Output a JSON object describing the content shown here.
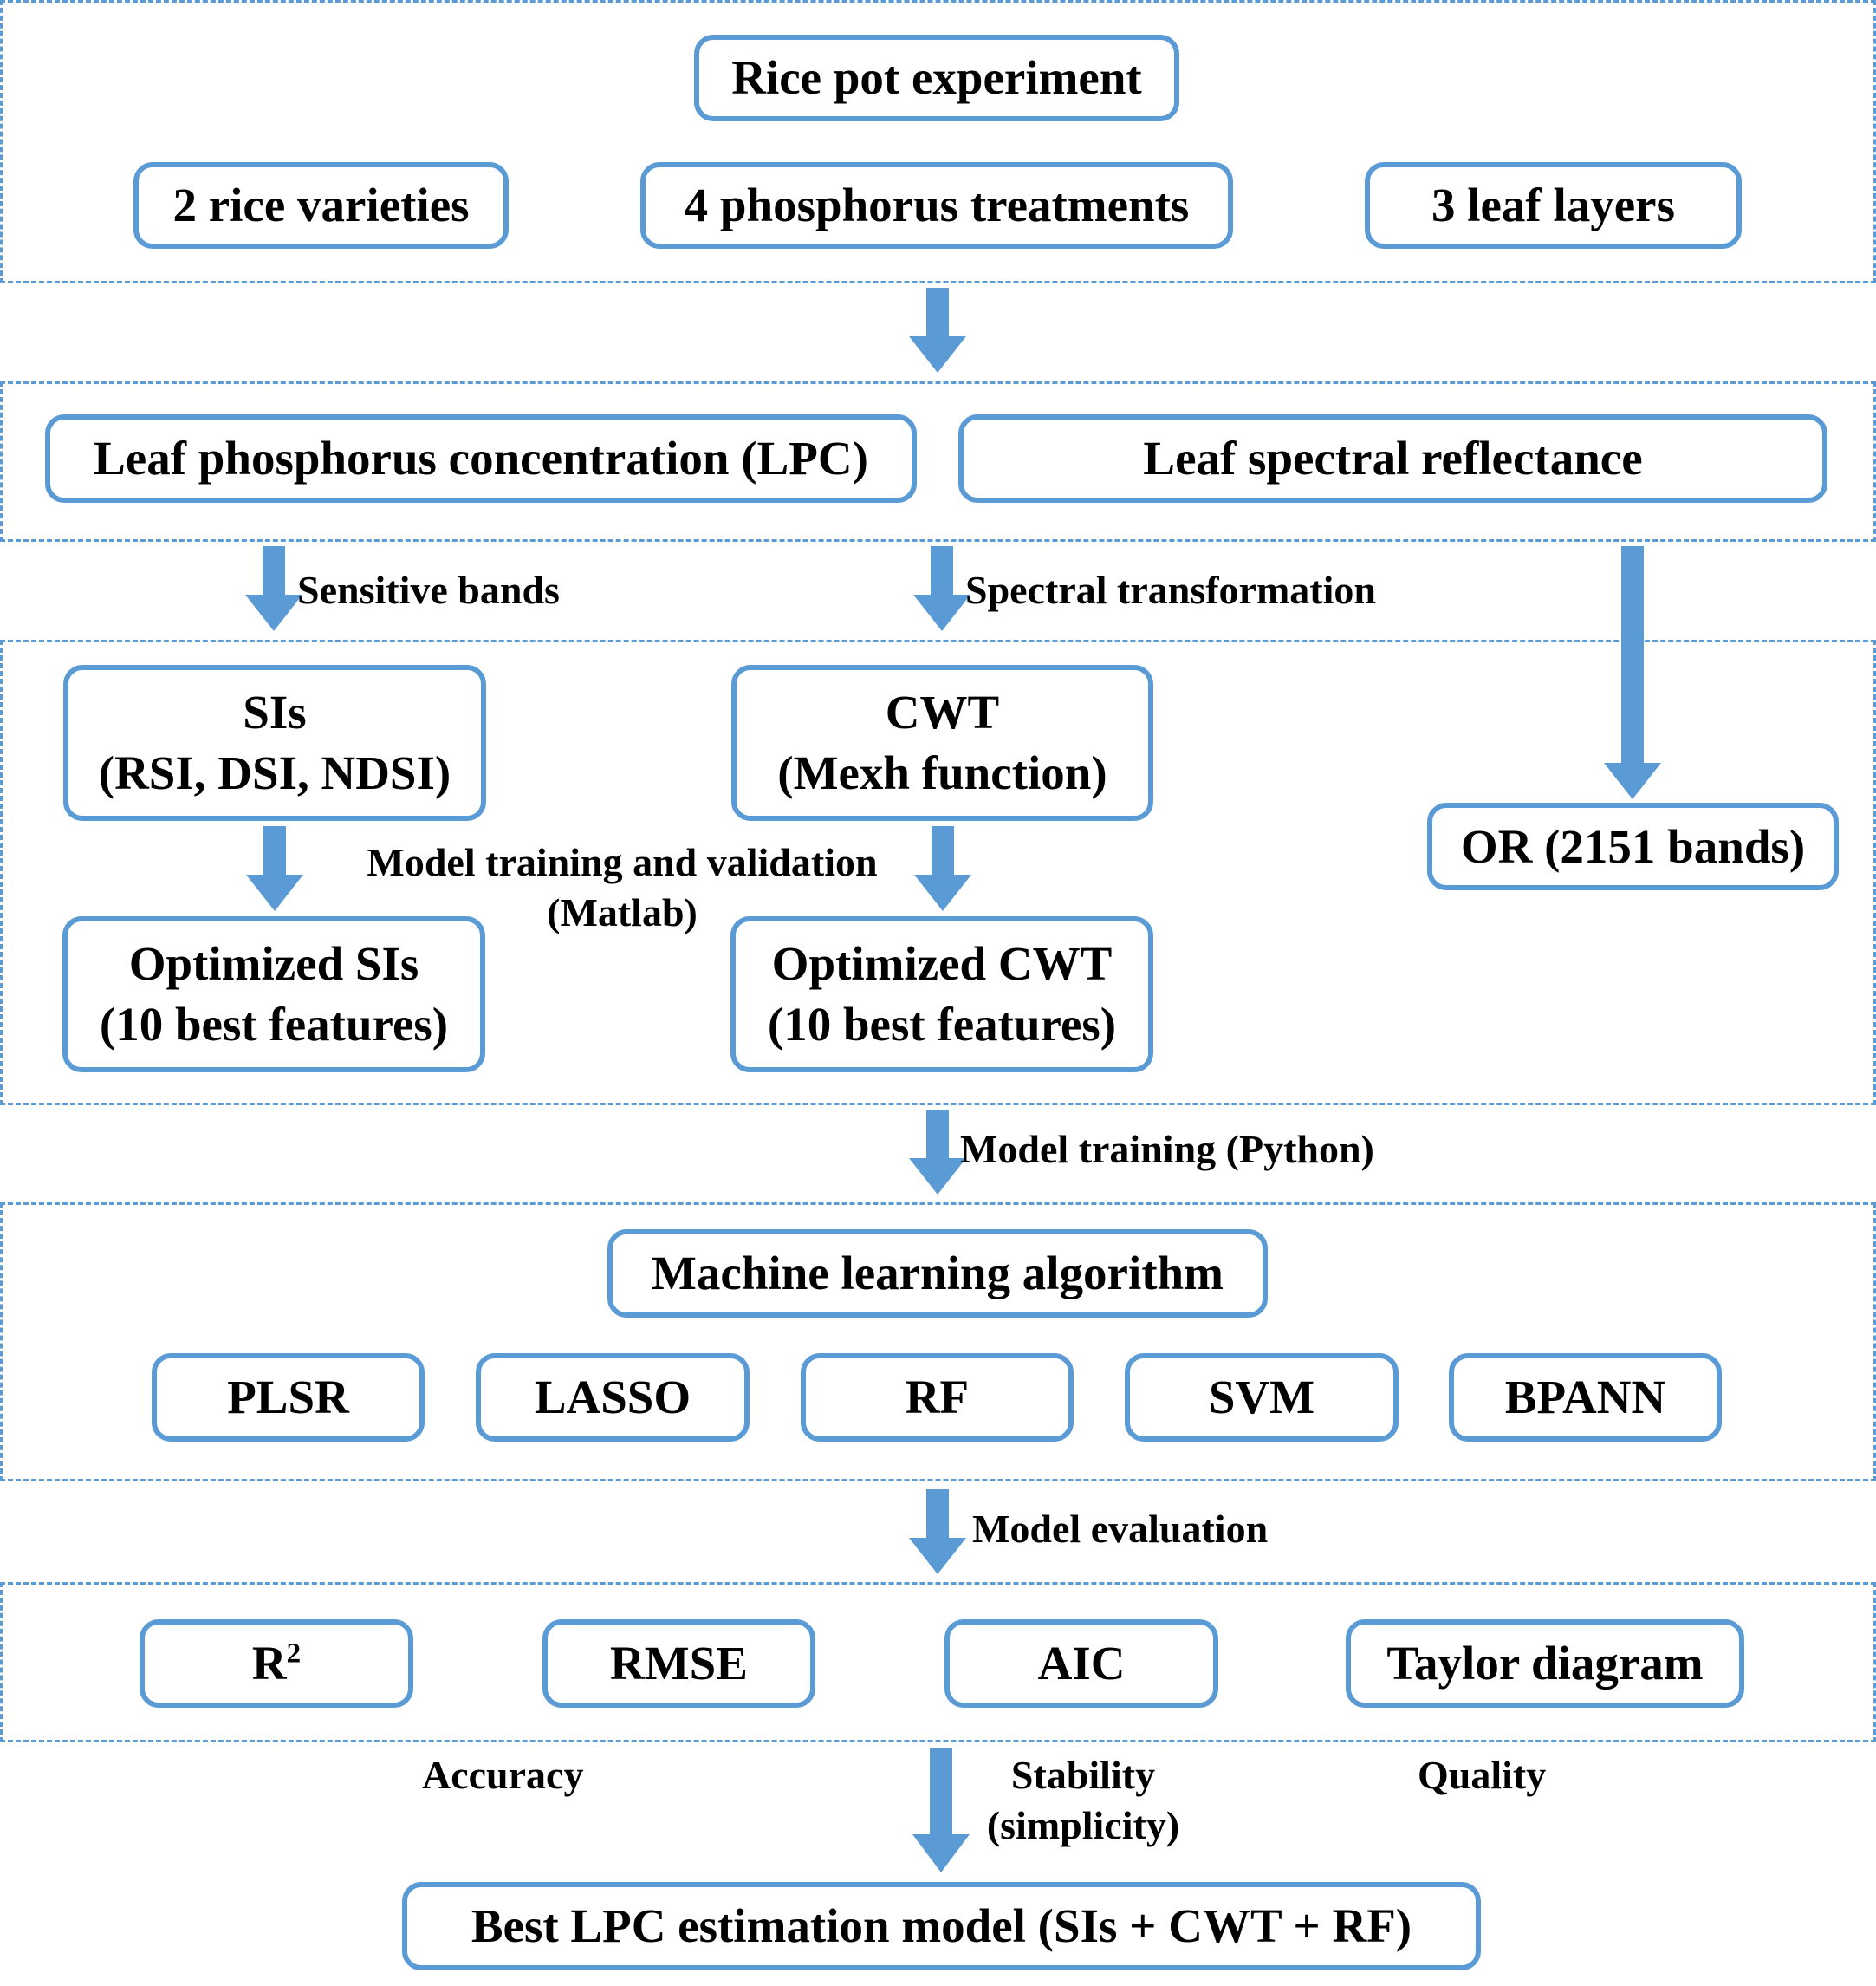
{
  "stage1": {
    "title": "Rice pot experiment",
    "factors": [
      "2 rice varieties",
      "4 phosphorus treatments",
      "3 leaf layers"
    ]
  },
  "stage2": {
    "lpc": "Leaf phosphorus concentration (LPC)",
    "reflectance": "Leaf spectral reflectance"
  },
  "arrow_labels": {
    "sensitive_bands": "Sensitive bands",
    "spectral_transformation": "Spectral transformation",
    "model_training_validation_1": "Model training and validation",
    "model_training_validation_2": "(Matlab)",
    "model_training_python": "Model training (Python)",
    "model_evaluation": "Model evaluation"
  },
  "stage3": {
    "sis_line1": "SIs",
    "sis_line2": "(RSI, DSI, NDSI)",
    "cwt_line1": "CWT",
    "cwt_line2": "(Mexh function)",
    "or": "OR (2151 bands)",
    "opt_sis_line1": "Optimized SIs",
    "opt_sis_line2": "(10 best features)",
    "opt_cwt_line1": "Optimized CWT",
    "opt_cwt_line2": "(10 best features)"
  },
  "stage4": {
    "title": "Machine learning algorithm",
    "algorithms": [
      "PLSR",
      "LASSO",
      "RF",
      "SVM",
      "BPANN"
    ]
  },
  "stage5": {
    "r2_base": "R",
    "r2_sup": "2",
    "rmse": "RMSE",
    "aic": "AIC",
    "taylor": "Taylor diagram"
  },
  "criteria": {
    "accuracy": "Accuracy",
    "stability_1": "Stability",
    "stability_2": "(simplicity)",
    "quality": "Quality"
  },
  "final": "Best LPC estimation model (SIs + CWT + RF)",
  "colors": {
    "accent": "#5b9bd5",
    "arrow": "#5b9bd5",
    "text": "#000000"
  }
}
